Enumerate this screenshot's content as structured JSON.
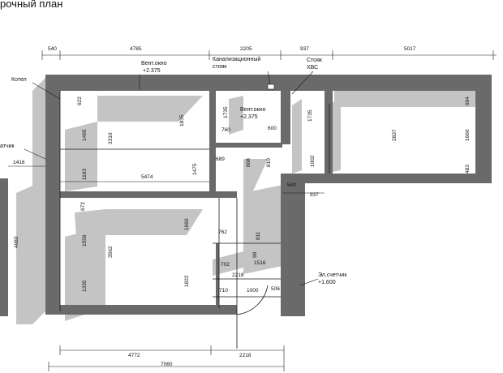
{
  "header": {
    "title": "рочный план"
  },
  "dimensions": {
    "top": [
      "540",
      "4785",
      "2205",
      "937",
      "5017"
    ],
    "bottom": [
      "4772",
      "2218",
      "7060"
    ],
    "left": [
      "1416",
      "4083"
    ],
    "inner": [
      "622",
      "1495",
      "3310",
      "1835",
      "1193",
      "5474",
      "1475",
      "689",
      "760",
      "600",
      "1735",
      "808",
      "810",
      "1002",
      "1735",
      "2837",
      "694",
      "1660",
      "483",
      "540",
      "937",
      "672",
      "1556",
      "3562",
      "1690",
      "762",
      "811",
      "702",
      "1516",
      "98",
      "1335",
      "1822",
      "2218",
      "710",
      "1000",
      "506"
    ]
  },
  "labels": {
    "kotel": "Котел",
    "schetchik_left": "атчик",
    "vent1": "Вент.окно",
    "vent1_level": "+2.375",
    "kanal1": "Канализационный",
    "kanal2": "стояк",
    "stoyak1": "Стояк",
    "stoyak2": "ХВС",
    "vent2": "Вент.окно",
    "vent2_level": "+2.375",
    "el1": "Эл.счетчик",
    "el2": "+1.600"
  },
  "colors": {
    "wall": "#6a6a6a",
    "shadow": "#c4c4c4",
    "floor": "#ffffff",
    "line": "#1a1a1a",
    "marker": "#d23a3a"
  }
}
